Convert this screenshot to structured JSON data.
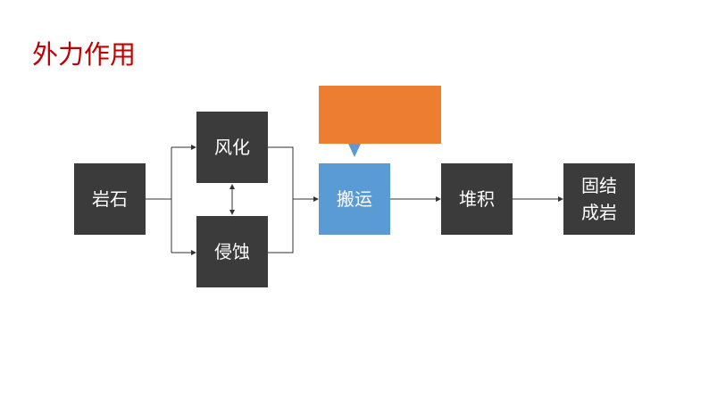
{
  "title": "外力作用",
  "nodes": {
    "rock": "岩石",
    "weathering": "风化",
    "erosion": "侵蚀",
    "transport": "搬运",
    "deposition": "堆积",
    "lithification": "固结成岩"
  },
  "colors": {
    "title": "#c00000",
    "node": "#3b3b3b",
    "highlight": "#5b9bd5",
    "callout": "#ed7d31"
  }
}
